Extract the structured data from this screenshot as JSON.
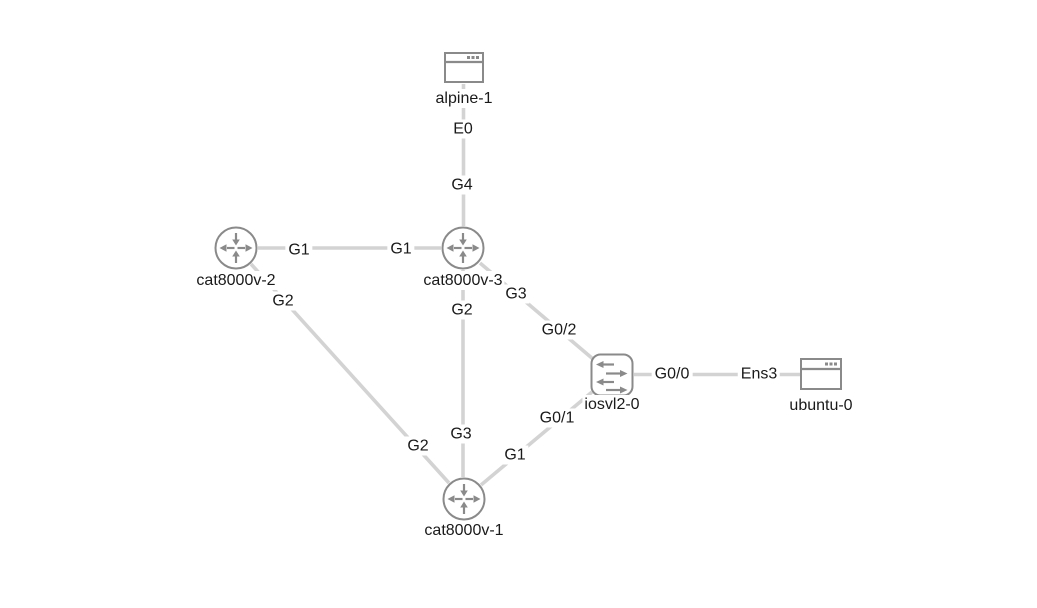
{
  "canvas": {
    "description": "network topology canvas"
  },
  "palette": {
    "canvas_bg": "#ffffff",
    "link": "#d3d3d3",
    "icon_stroke": "#8a8a8a",
    "text": "#1a1a1a",
    "label_bg": "#ffffff"
  },
  "icons": {
    "router": "router-icon",
    "switch": "switch-icon",
    "host": "host-window-icon"
  },
  "nodes": [
    {
      "id": "alpine-1",
      "type": "host",
      "label": "alpine-1"
    },
    {
      "id": "cat8000v-2",
      "type": "router",
      "label": "cat8000v-2"
    },
    {
      "id": "cat8000v-3",
      "type": "router",
      "label": "cat8000v-3"
    },
    {
      "id": "cat8000v-1",
      "type": "router",
      "label": "cat8000v-1"
    },
    {
      "id": "iosvl2-0",
      "type": "switch",
      "label": "iosvl2-0"
    },
    {
      "id": "ubuntu-0",
      "type": "host",
      "label": "ubuntu-0"
    }
  ],
  "links": [
    {
      "a": "alpine-1",
      "a_if": "E0",
      "b": "cat8000v-3",
      "b_if": "G4"
    },
    {
      "a": "cat8000v-2",
      "a_if": "G1",
      "b": "cat8000v-3",
      "b_if": "G1"
    },
    {
      "a": "cat8000v-2",
      "a_if": "G2",
      "b": "cat8000v-1",
      "b_if": "G2"
    },
    {
      "a": "cat8000v-3",
      "a_if": "G2",
      "b": "cat8000v-1",
      "b_if": "G3"
    },
    {
      "a": "cat8000v-3",
      "a_if": "G3",
      "b": "iosvl2-0",
      "b_if": "G0/2"
    },
    {
      "a": "cat8000v-1",
      "a_if": "G1",
      "b": "iosvl2-0",
      "b_if": "G0/1"
    },
    {
      "a": "iosvl2-0",
      "a_if": "G0/0",
      "b": "ubuntu-0",
      "b_if": "Ens3"
    }
  ]
}
